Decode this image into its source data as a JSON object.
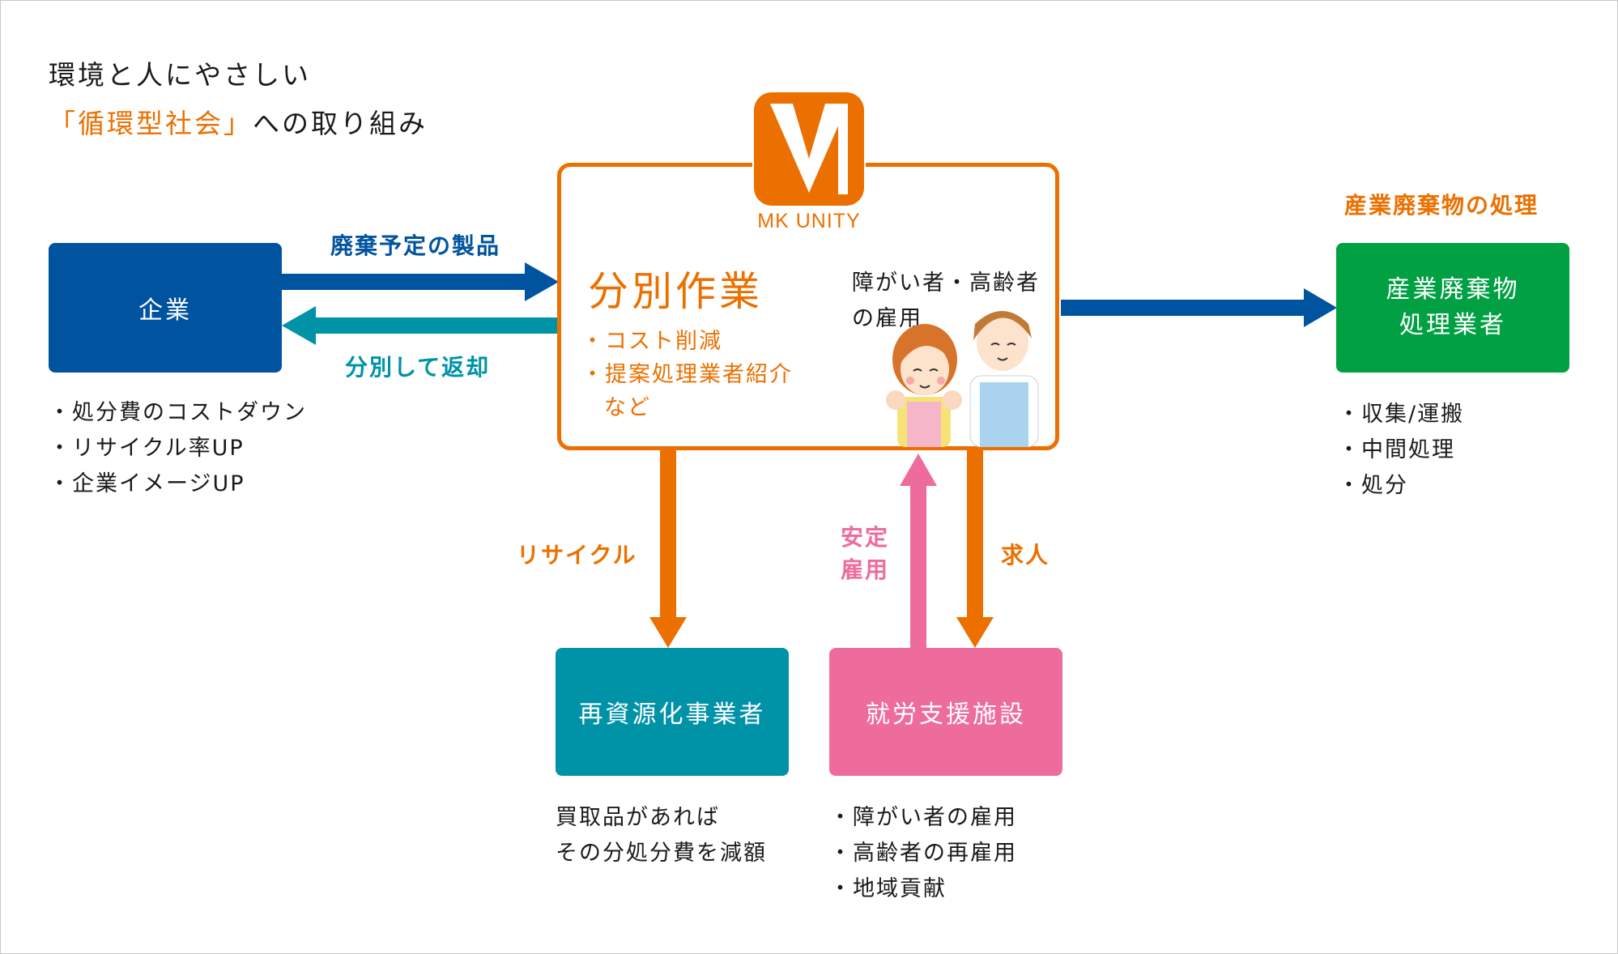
{
  "heading": {
    "line1": "環境と人にやさしい",
    "line2_highlight": "「循環型社会」",
    "line2_rest": "への取り組み"
  },
  "colors": {
    "navy": "#00539f",
    "teal": "#0093a8",
    "orange": "#ec7000",
    "pink": "#ee6c9c",
    "green": "#00a043"
  },
  "left": {
    "box_label": "企業",
    "arrow_out_label": "廃棄予定の製品",
    "arrow_in_label": "分別して返却",
    "bullets": [
      "・処分費のコストダウン",
      "・リサイクル率UP",
      "・企業イメージUP"
    ]
  },
  "center": {
    "logo_text": "MK UNITY",
    "heading": "分別作業",
    "bullets": [
      "・コスト削減",
      "・提案処理業者紹介"
    ],
    "bullets_cont": "など",
    "employment_line1": "障がい者・高齢者",
    "employment_line2": "の雇用"
  },
  "right": {
    "top_label": "産業廃棄物の処理",
    "box_line1": "産業廃棄物",
    "box_line2": "処理業者",
    "bullets": [
      "・収集/運搬",
      "・中間処理",
      "・処分"
    ]
  },
  "bottom_left": {
    "arrow_label": "リサイクル",
    "box_label": "再資源化事業者",
    "notes": [
      "買取品があれば",
      "その分処分費を減額"
    ]
  },
  "bottom_right": {
    "arrow_up_label_line1": "安定",
    "arrow_up_label_line2": "雇用",
    "arrow_down_label": "求人",
    "box_label": "就労支援施設",
    "bullets": [
      "・障がい者の雇用",
      "・高齢者の再雇用",
      "・地域貢献"
    ]
  }
}
